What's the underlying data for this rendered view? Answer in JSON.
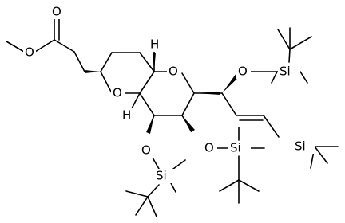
{
  "atoms": {
    "O": "O",
    "Si": "Si",
    "H": "H"
  }
}
